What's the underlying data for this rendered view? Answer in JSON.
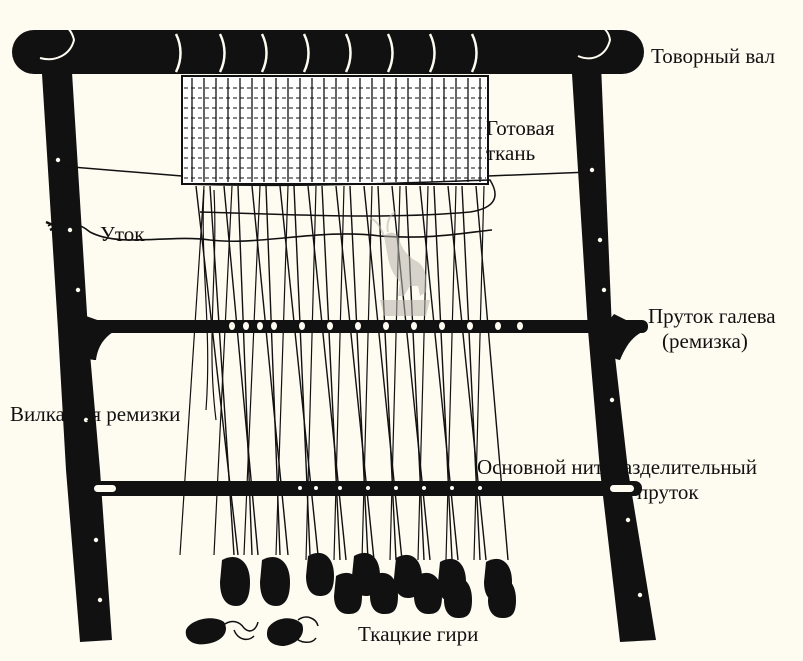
{
  "colors": {
    "background": "#fefbf1",
    "ink": "#111111",
    "watermark": "#b8b4ad"
  },
  "labels": {
    "cloth_beam": "Товорный вал",
    "finished_fabric": [
      "Готовая",
      "ткань"
    ],
    "weft": "Уток",
    "heddle_rod": [
      "Пруток галева",
      "(ремизка)"
    ],
    "heddle_fork": "Вилка для ремизки",
    "shed_rod": [
      "Основной нитеразделительный",
      "пруток"
    ],
    "loom_weights": "Ткацкие гири"
  },
  "icons": {
    "watermark": "deer-watermark-icon"
  }
}
